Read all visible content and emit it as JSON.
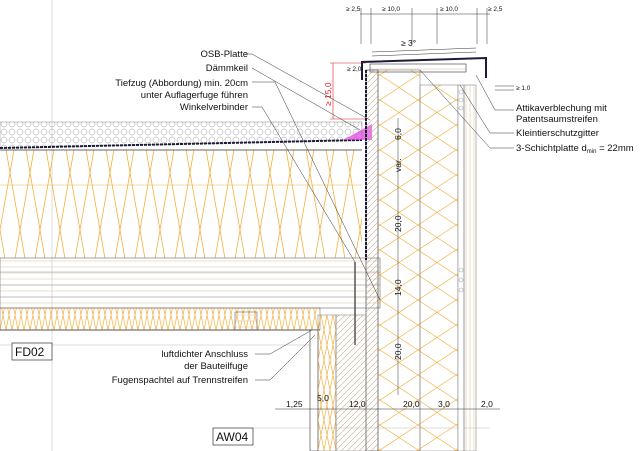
{
  "title": "Attika detail FD02 / AW04",
  "labels_left": {
    "osb": "OSB-Platte",
    "daemmkeil": "Dämmkeil",
    "tiefzug_1": "Tiefzug (Abbordung) min. 20cm",
    "tiefzug_2": "unter Auflagerfuge führen",
    "winkel": "Winkelverbinder",
    "luftdicht_1": "luftdichter Anschluss",
    "luftdicht_2": "der Bauteilfuge",
    "fugen": "Fugenspachtel auf Trennstreifen"
  },
  "labels_right": {
    "attika_1": "Attikaverblechung mit",
    "attika_2": "Patentsaumstreifen",
    "gitter": "Kleintierschutzgitter",
    "schicht_pre": "3-Schichtplatte d",
    "schicht_sub": "min",
    "schicht_post": " = 22mm"
  },
  "tags": {
    "roof": "FD02",
    "wall": "AW04"
  },
  "dims_top": [
    "≥ 2,5",
    "≥ 10,0",
    "≥ 10,0",
    "≥ 2,5"
  ],
  "slope": "≥ 3°",
  "dims_side": {
    "overlap": "≥ 2,0",
    "drip": "≥ 1,0",
    "upstand": "≥ 15,0"
  },
  "dims_vertical": [
    "6,0",
    "var.",
    "20,0",
    "14,0",
    "20,0"
  ],
  "dims_bottom": [
    "1,25",
    "5,0",
    "12,0",
    "20,0",
    "3,0",
    "2,0"
  ],
  "colors": {
    "insulation": "#f5b041",
    "timber": "#e8c9a0",
    "membrane": "#1a1a3a",
    "red_dim": "#e02020",
    "wedge": "#e040e0"
  }
}
